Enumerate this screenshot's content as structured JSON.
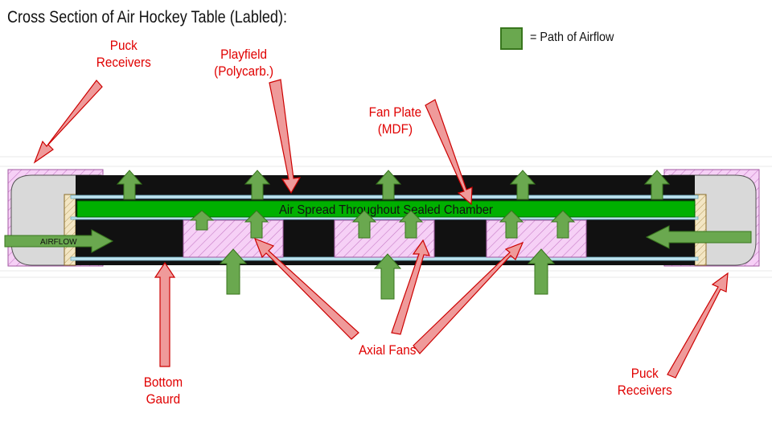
{
  "title": "Cross Section of Air Hockey Table (Labled):",
  "legend": {
    "swatch_color": "#6aa84f",
    "label": "= Path of Airflow"
  },
  "labels": {
    "puck_receivers_left": [
      "Puck",
      "Receivers"
    ],
    "playfield": [
      "Playfield",
      "(Polycarb.)"
    ],
    "fan_plate": [
      "Fan Plate",
      "(MDF)"
    ],
    "axial_fans": "Axial Fans",
    "bottom_guard": [
      "Bottom",
      "Gaurd"
    ],
    "puck_receivers_right": [
      "Puck",
      "Receivers"
    ]
  },
  "chamber_text": "Air Spread Throughout Sealed Chamber",
  "airflow_text": "AIRFLOW",
  "colors": {
    "label_red": "#e00000",
    "arrow_fill": "#ef9a9a",
    "arrow_stroke": "#cc0000",
    "airflow_green": "#6aa84f",
    "chamber_green": "#00b000",
    "fan_pink": "#f4c2f4",
    "body_black": "#111111",
    "receiver_gray": "#d9d9d9"
  }
}
